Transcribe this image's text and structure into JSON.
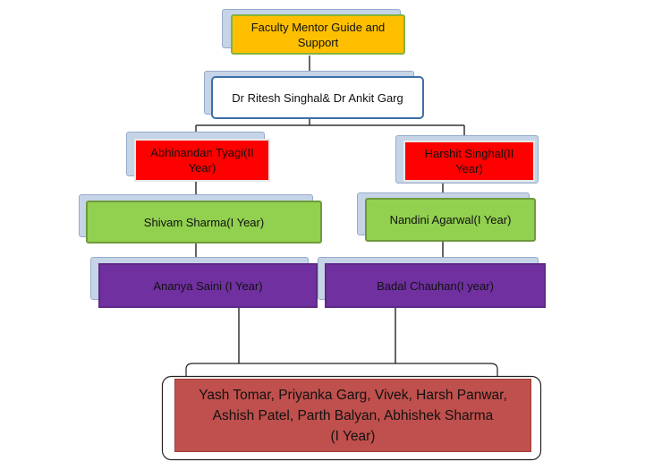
{
  "diagram": {
    "root": {
      "label": "Faculty Mentor Guide and Support"
    },
    "faculty": {
      "label": "Dr Ritesh Singhal& Dr Ankit Garg"
    },
    "left_branch": {
      "lead": {
        "label": "Abhinandan Tyagi(II Year)"
      },
      "second": {
        "label": "Shivam Sharma(I Year)"
      },
      "third": {
        "label": "Ananya Saini (I Year)"
      }
    },
    "right_branch": {
      "lead": {
        "label": "Harshit Singhal(II Year)"
      },
      "second": {
        "label": "Nandini Agarwal(I Year)"
      },
      "third": {
        "label": "Badal Chauhan(I year)"
      }
    },
    "members": {
      "line1": "Yash Tomar, Priyanka Garg, Vivek, Harsh Panwar,",
      "line2": "Ashish Patel, Parth Balyan, Abhishek Sharma",
      "line3": "(I Year)"
    }
  }
}
